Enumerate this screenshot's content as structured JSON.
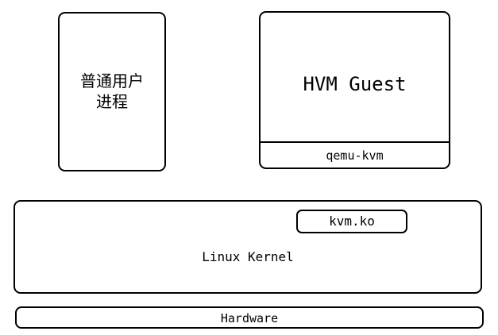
{
  "user_process": {
    "label": "普通用户\n进程"
  },
  "hvm_guest": {
    "title": "HVM Guest",
    "emulator": "qemu-kvm"
  },
  "kernel": {
    "label": "Linux Kernel",
    "module": "kvm.ko"
  },
  "hardware": {
    "label": "Hardware"
  },
  "colors": {
    "stroke": "#000000",
    "background": "#ffffff"
  }
}
